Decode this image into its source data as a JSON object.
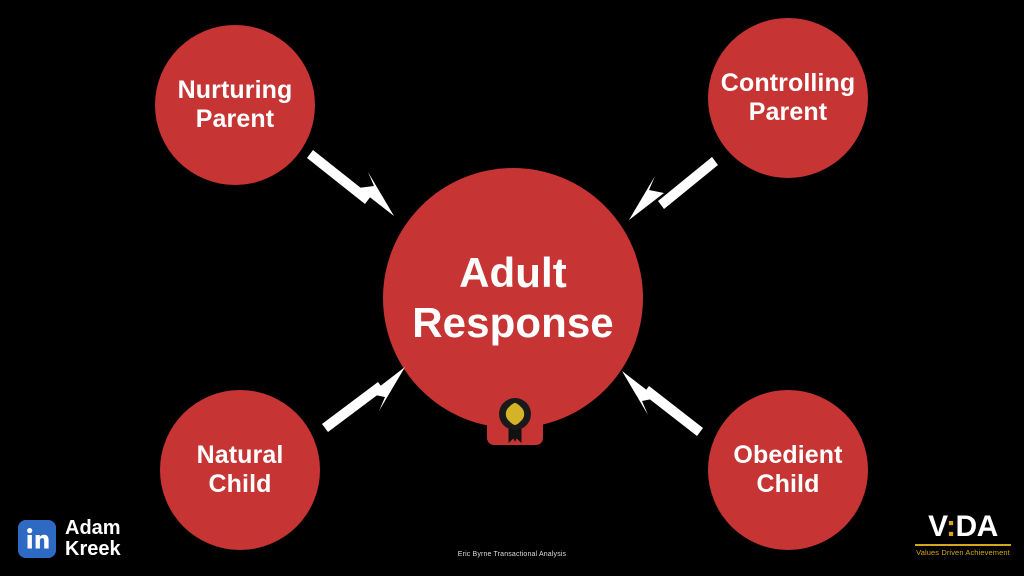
{
  "slide": {
    "background_color": "#000000",
    "accent_red": "#C63434",
    "text_color": "#FFFFFF",
    "gold": "#D4A61A",
    "linkedin_blue": "#2E6AC4"
  },
  "diagram": {
    "type": "convergence",
    "center": {
      "label": "Adult\nResponse",
      "line1": "Adult",
      "line2": "Response"
    },
    "satellites": [
      {
        "id": "nurturing-parent",
        "label": "Nurturing\nParent",
        "position": "top-left"
      },
      {
        "id": "controlling-parent",
        "label": "Controlling\nParent",
        "position": "top-right"
      },
      {
        "id": "natural-child",
        "label": "Natural\nChild",
        "position": "bottom-left"
      },
      {
        "id": "obedient-child",
        "label": "Obedient\nChild",
        "position": "bottom-right"
      }
    ],
    "arrows": [
      {
        "id": "arrow-nurturing-to-center",
        "from": "nurturing-parent",
        "to": "center",
        "direction": "down-right"
      },
      {
        "id": "arrow-controlling-to-center",
        "from": "controlling-parent",
        "to": "center",
        "direction": "down-left"
      },
      {
        "id": "arrow-natural-to-center",
        "from": "natural-child",
        "to": "center",
        "direction": "up-right"
      },
      {
        "id": "arrow-obedient-to-center",
        "from": "obedient-child",
        "to": "center",
        "direction": "up-left"
      }
    ],
    "badge": {
      "icon": "award-medal-ribbon-icon",
      "medal_color": "#D4B426",
      "wreath_color": "#1A1A1A"
    }
  },
  "caption": {
    "text": "Eric Byrne Transactional Analysis"
  },
  "linkedin": {
    "icon": "linkedin-icon",
    "name": "Adam\nKreek"
  },
  "vida": {
    "wordmark_before": "V",
    "wordmark_colon": ":",
    "wordmark_after": "DA",
    "tagline": "Values Driven Achievement"
  }
}
